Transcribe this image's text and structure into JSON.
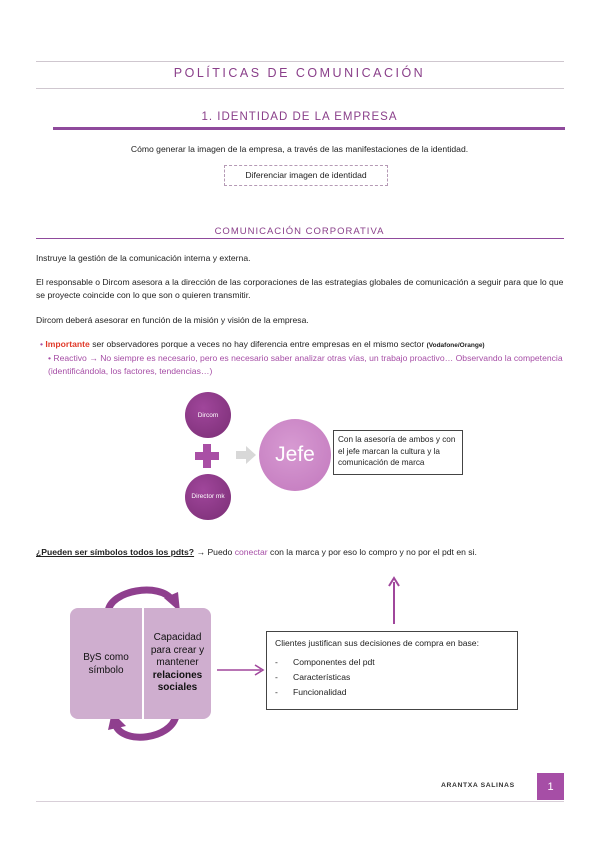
{
  "title": "POLÍTICAS DE COMUNICACIÓN",
  "section1": {
    "heading": "1.  IDENTIDAD DE LA EMPRESA",
    "intro": "Cómo generar la imagen de la empresa, a través de las manifestaciones de la identidad.",
    "box_text": "Diferenciar imagen de identidad"
  },
  "section2": {
    "heading": "COMUNICACIÓN CORPORATIVA",
    "p1": "Instruye la gestión de la comunicación interna y externa.",
    "p2": "El responsable o Dircom asesora a la dirección de las corporaciones de las estrategias globales de comunicación a seguir para que lo que se proyecte coincide con lo que son o quieren transmitir.",
    "p3": "Dircom deberá asesorar en función de la misión y visión de la empresa.",
    "bullet1": {
      "label": "Importante",
      "text": " ser observadores porque a veces no hay diferencia entre empresas en el mismo sector ",
      "note": "(Vodafone/Orange)"
    },
    "bullet2": {
      "label": "Reactivo",
      "arrow": "→",
      "text": " No siempre es necesario, pero es necesario saber analizar otras vías, un trabajo proactivo… Observando la competencia (identificándola, los factores, tendencias…)"
    }
  },
  "diagram1": {
    "circle_top": "Dircom",
    "circle_bottom": "Director mk",
    "center": "Jefe",
    "box_text": "Con la asesoría de ambos y con el jefe marcan la cultura y la comunicación de marca"
  },
  "question": {
    "bold": "¿Pueden ser símbolos todos los pdts?",
    "arrow": " → ",
    "before": "Puedo ",
    "highlight": "conectar",
    "after": " con la marca y por eso lo compro y no por el pdt en si."
  },
  "diagram2": {
    "box_left": "ByS como símbolo",
    "box_right_1": "Capacidad para crear y mantener",
    "box_right_2": "relaciones sociales",
    "clients_title": "Clientes justifican sus decisiones de compra en base:",
    "clients_items": [
      "Componentes del pdt",
      "Características",
      "Funcionalidad"
    ]
  },
  "footer": {
    "author": "ARANTXA SALINAS",
    "page": "1"
  },
  "colors": {
    "accent": "#8f4a9c",
    "circle": "#8c3a88",
    "jefe": "#cf8dca",
    "box": "#cfaecf",
    "important": "#e03a2a"
  }
}
